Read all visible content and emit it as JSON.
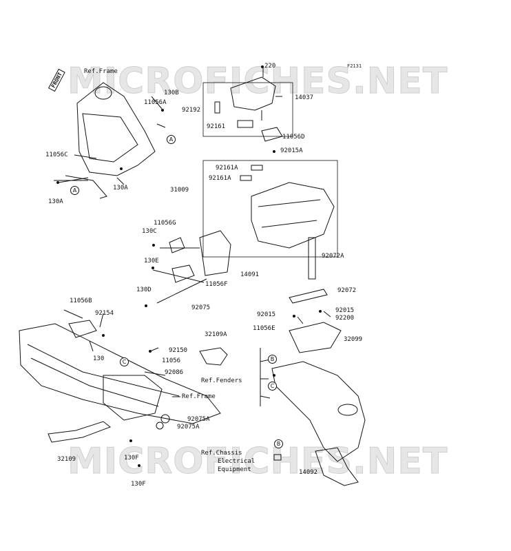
{
  "diagram_code": "F2131",
  "watermark": "MICROFICHES.NET",
  "front_label": "FRONT",
  "ref_labels": {
    "frame_top": "Ref.Frame",
    "frame_mid": "Ref.Frame",
    "fenders": "Ref.Fenders",
    "chassis_line1": "Ref.Chassis",
    "chassis_line2": "Electrical",
    "chassis_line3": "Equipment"
  },
  "callouts": {
    "A1": "A",
    "A2": "A",
    "B1": "B",
    "B2": "B",
    "C1": "C",
    "C2": "C"
  },
  "parts": {
    "p220": "220",
    "p14037": "14037",
    "p92192": "92192",
    "p92161": "92161",
    "p11056D": "11056D",
    "p92015A": "92015A",
    "p130B": "130B",
    "p11056A": "11056A",
    "p11056C": "11056C",
    "p130A_1": "130A",
    "p130A_2": "130A",
    "p92161A_1": "92161A",
    "p92161A_2": "92161A",
    "p31009": "31009",
    "p11056G": "11056G",
    "p130C": "130C",
    "p130E": "130E",
    "p14091": "14091",
    "p11056F": "11056F",
    "p130D": "130D",
    "p92075": "92075",
    "p92072A": "92072A",
    "p92072": "92072",
    "p11056B": "11056B",
    "p92154": "92154",
    "p130": "130",
    "p92015_1": "92015",
    "p92015_2": "92015",
    "p92200": "92200",
    "p11056E": "11056E",
    "p32109A": "32109A",
    "p32099": "32099",
    "p92150": "92150",
    "p11056": "11056",
    "p92086": "92086",
    "p92075A_1": "92075A",
    "p92075A_2": "92075A",
    "p32109": "32109",
    "p130F_1": "130F",
    "p130F_2": "130F",
    "p14092": "14092"
  }
}
